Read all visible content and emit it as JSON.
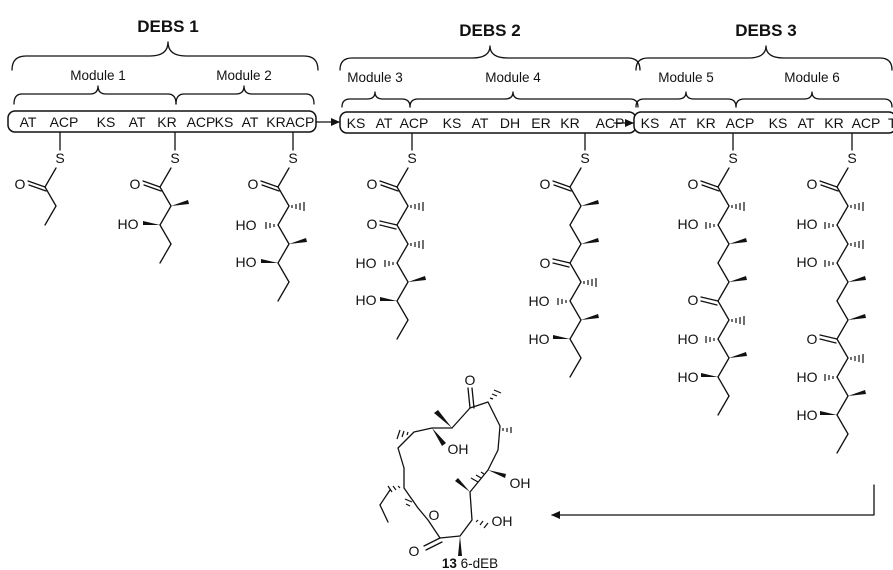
{
  "proteins": [
    "DEBS 1",
    "DEBS 2",
    "DEBS 3"
  ],
  "modules": [
    "Module 1",
    "Module 2",
    "Module 3",
    "Module 4",
    "Module 5",
    "Module 6"
  ],
  "domains": {
    "debs1": [
      "AT",
      "ACP",
      "KS",
      "AT",
      "KR",
      "ACP",
      "KS",
      "AT",
      "KR",
      "ACP"
    ],
    "debs2": [
      "KS",
      "AT",
      "ACP",
      "KS",
      "AT",
      "DH",
      "ER",
      "KR",
      "ACP"
    ],
    "debs3": [
      "KS",
      "AT",
      "KR",
      "ACP",
      "KS",
      "AT",
      "KR",
      "ACP",
      "TE"
    ]
  },
  "atoms": {
    "sulfur": "S",
    "oxygen": "O",
    "hydroxyl": "HO",
    "hydroxyl_right": "OH"
  },
  "product": {
    "number": "13",
    "name": "6-dEB"
  }
}
